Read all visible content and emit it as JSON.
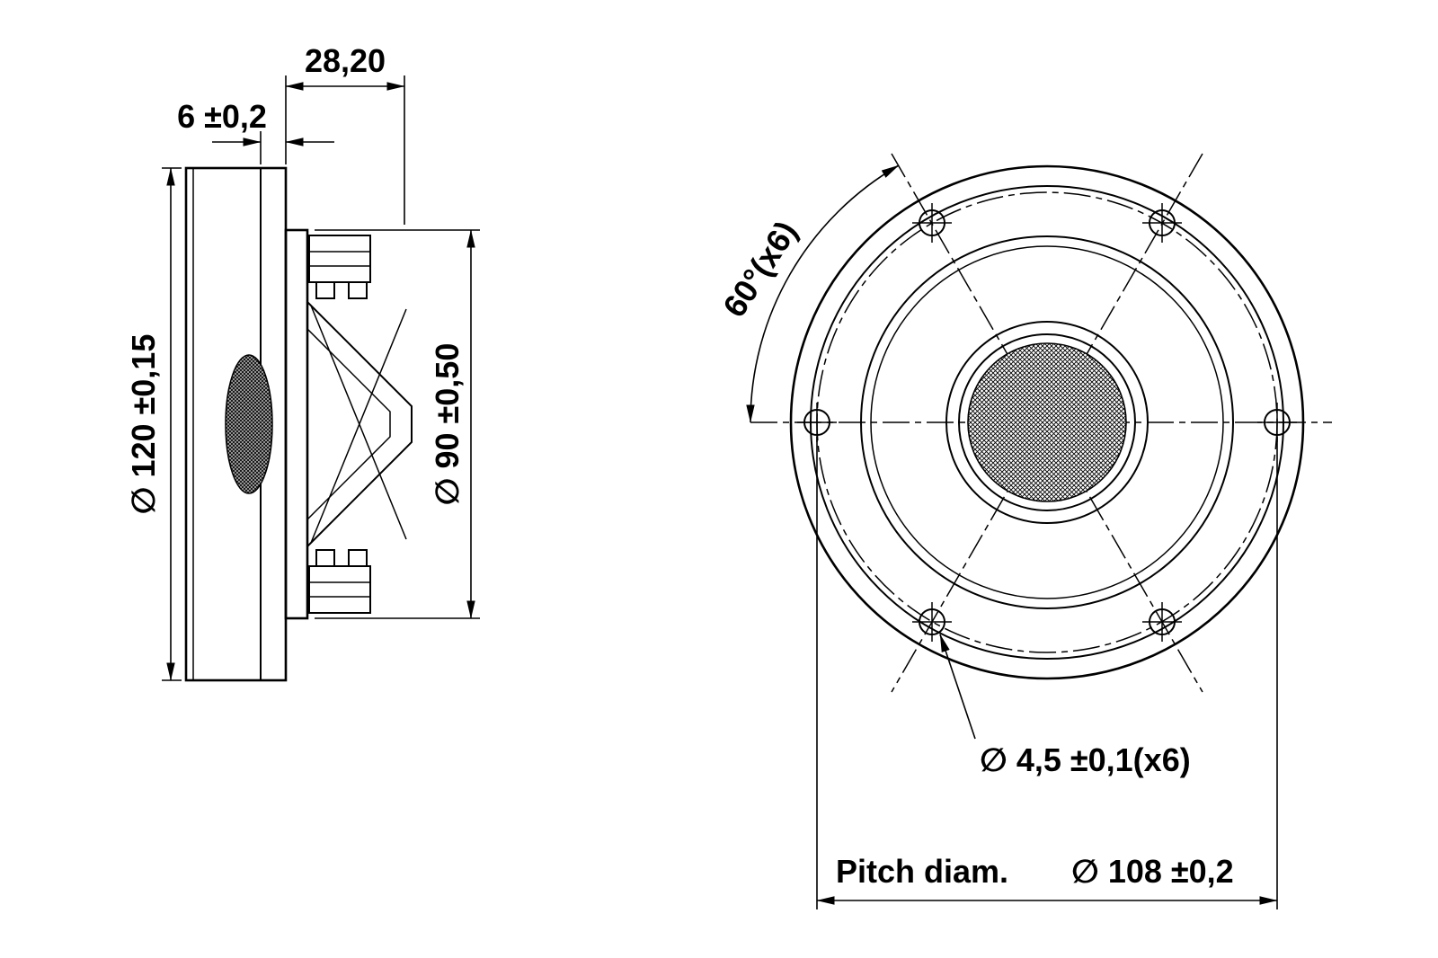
{
  "page": {
    "background": "#ffffff",
    "line_color": "#000000"
  },
  "side_view": {
    "depth": "28,20",
    "flange_thickness": "6 ±0,2",
    "outer_diameter": "∅ 120 ±0,15",
    "rear_diameter": "∅ 90 ±0,50"
  },
  "front_view": {
    "hole_angle": "60°(x6)",
    "hole_diameter": "∅ 4,5 ±0,1(x6)",
    "pitch_label": "Pitch diam.",
    "pitch_value": "∅ 108 ±0,2"
  }
}
